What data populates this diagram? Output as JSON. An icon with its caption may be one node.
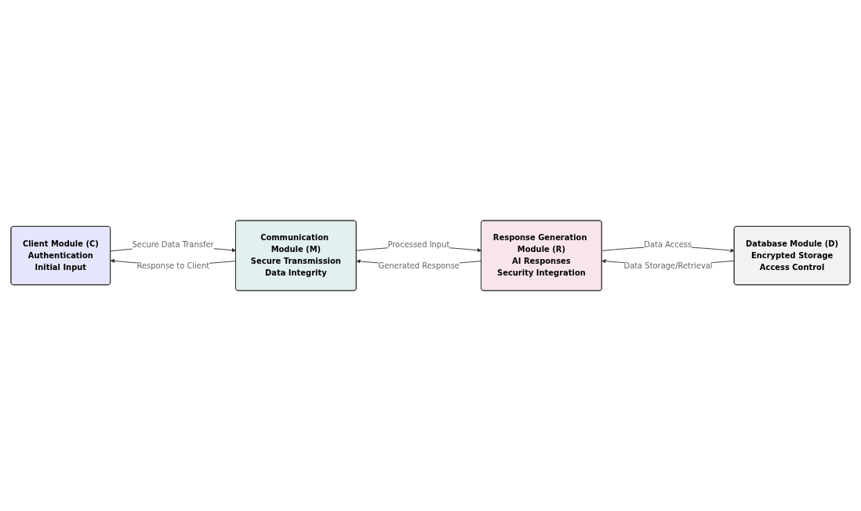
{
  "diagram": {
    "nodes": [
      {
        "text": [
          "Client Module (C)",
          "Authentication",
          "Initial Input"
        ]
      },
      {
        "text": [
          "Communication Module (M)",
          "Secure Transmission",
          "Data Integrity"
        ]
      },
      {
        "text": [
          "Database Module (D)",
          "Encrypted Storage",
          "Access Control"
        ]
      },
      {
        "text": [
          "Response Generation Module (R)",
          "AI Responses",
          "Security Integration"
        ]
      }
    ],
    "edges": [
      {
        "from": 0,
        "to": 1,
        "arrow": "to",
        "label": "Secure Data Transfer"
      },
      {
        "from": 1,
        "to": 0,
        "arrow": "to",
        "label": "Response to Client"
      },
      {
        "from": 1,
        "to": 3,
        "arrow": "to",
        "label": "Processed Input"
      },
      {
        "from": 3,
        "to": 1,
        "arrow": "to",
        "label": "Generated Response"
      },
      {
        "from": 3,
        "to": 2,
        "arrow": "to",
        "label": "Data Access"
      },
      {
        "from": 2,
        "to": 3,
        "arrow": "to",
        "label": "Data Storage/Retrieval"
      }
    ]
  }
}
